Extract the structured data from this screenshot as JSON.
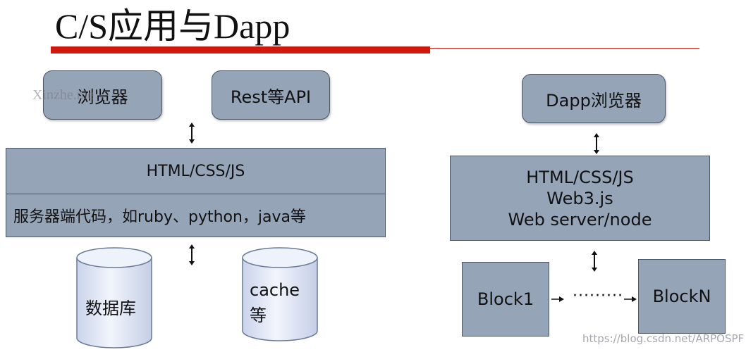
{
  "title": "C/S应用与Dapp",
  "watermark_left": "Xinzhe.me",
  "watermark_bottom": "https://blog.csdn.net/ARPOSPF",
  "left": {
    "browser": "浏览器",
    "rest_api": "Rest等API",
    "frontend": "HTML/CSS/JS",
    "server_code": "服务器端代码，如ruby、python，java等",
    "database": "数据库",
    "cache_line1": "cache",
    "cache_line2": "等"
  },
  "right": {
    "dapp_browser": "Dapp浏览器",
    "stack_line1": "HTML/CSS/JS",
    "stack_line2": "Web3.js",
    "stack_line3": "Web server/node",
    "block1": "Block1",
    "ellipsis": "·········",
    "blockn": "BlockN"
  },
  "colors": {
    "box_fill": "#96a4b8",
    "accent_red": "#d0190e",
    "cylinder_fill": "#e1e7f5"
  }
}
